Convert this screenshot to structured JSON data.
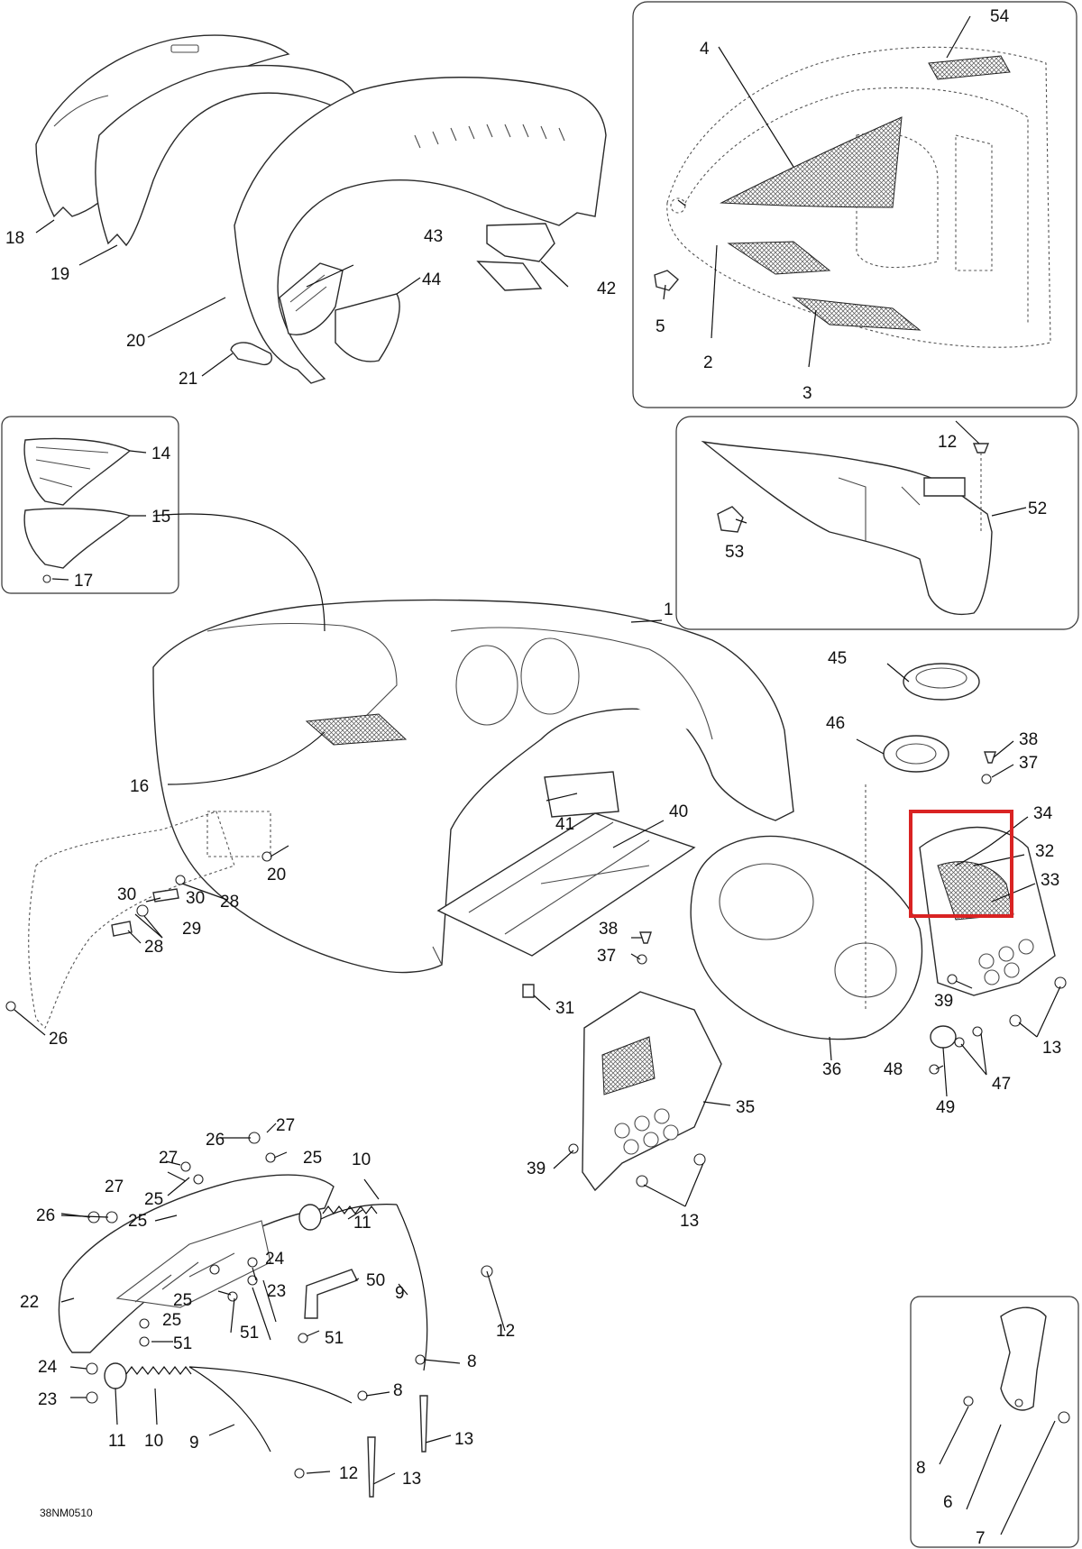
{
  "drawing_code": "38NM0510",
  "highlight_color": "#d92323",
  "callouts": [
    {
      "id": "c1",
      "label": "1"
    },
    {
      "id": "c2",
      "label": "2"
    },
    {
      "id": "c3",
      "label": "3"
    },
    {
      "id": "c4",
      "label": "4"
    },
    {
      "id": "c5",
      "label": "5"
    },
    {
      "id": "c6",
      "label": "6"
    },
    {
      "id": "c7",
      "label": "7"
    },
    {
      "id": "c8a",
      "label": "8"
    },
    {
      "id": "c8b",
      "label": "8"
    },
    {
      "id": "c8c",
      "label": "8"
    },
    {
      "id": "c9a",
      "label": "9"
    },
    {
      "id": "c9b",
      "label": "9"
    },
    {
      "id": "c10a",
      "label": "10"
    },
    {
      "id": "c10b",
      "label": "10"
    },
    {
      "id": "c11a",
      "label": "11"
    },
    {
      "id": "c11b",
      "label": "11"
    },
    {
      "id": "c12a",
      "label": "12"
    },
    {
      "id": "c12b",
      "label": "12"
    },
    {
      "id": "c12c",
      "label": "12"
    },
    {
      "id": "c13a",
      "label": "13"
    },
    {
      "id": "c13b",
      "label": "13"
    },
    {
      "id": "c13c",
      "label": "13"
    },
    {
      "id": "c13d",
      "label": "13"
    },
    {
      "id": "c14",
      "label": "14"
    },
    {
      "id": "c15",
      "label": "15"
    },
    {
      "id": "c16",
      "label": "16"
    },
    {
      "id": "c17",
      "label": "17"
    },
    {
      "id": "c18",
      "label": "18"
    },
    {
      "id": "c19",
      "label": "19"
    },
    {
      "id": "c20a",
      "label": "20"
    },
    {
      "id": "c20b",
      "label": "20"
    },
    {
      "id": "c21",
      "label": "21"
    },
    {
      "id": "c22",
      "label": "22"
    },
    {
      "id": "c23a",
      "label": "23"
    },
    {
      "id": "c23b",
      "label": "23"
    },
    {
      "id": "c24a",
      "label": "24"
    },
    {
      "id": "c24b",
      "label": "24"
    },
    {
      "id": "c25a",
      "label": "25"
    },
    {
      "id": "c25b",
      "label": "25"
    },
    {
      "id": "c25c",
      "label": "25"
    },
    {
      "id": "c25d",
      "label": "25"
    },
    {
      "id": "c25e",
      "label": "25"
    },
    {
      "id": "c26a",
      "label": "26"
    },
    {
      "id": "c26b",
      "label": "26"
    },
    {
      "id": "c26c",
      "label": "26"
    },
    {
      "id": "c27a",
      "label": "27"
    },
    {
      "id": "c27b",
      "label": "27"
    },
    {
      "id": "c27c",
      "label": "27"
    },
    {
      "id": "c28a",
      "label": "28"
    },
    {
      "id": "c28b",
      "label": "28"
    },
    {
      "id": "c29",
      "label": "29"
    },
    {
      "id": "c30a",
      "label": "30"
    },
    {
      "id": "c30b",
      "label": "30"
    },
    {
      "id": "c31",
      "label": "31"
    },
    {
      "id": "c32",
      "label": "32"
    },
    {
      "id": "c33",
      "label": "33"
    },
    {
      "id": "c34",
      "label": "34"
    },
    {
      "id": "c35",
      "label": "35"
    },
    {
      "id": "c36",
      "label": "36"
    },
    {
      "id": "c37a",
      "label": "37"
    },
    {
      "id": "c37b",
      "label": "37"
    },
    {
      "id": "c38a",
      "label": "38"
    },
    {
      "id": "c38b",
      "label": "38"
    },
    {
      "id": "c39a",
      "label": "39"
    },
    {
      "id": "c39b",
      "label": "39"
    },
    {
      "id": "c40",
      "label": "40"
    },
    {
      "id": "c41",
      "label": "41"
    },
    {
      "id": "c42",
      "label": "42"
    },
    {
      "id": "c43",
      "label": "43"
    },
    {
      "id": "c44",
      "label": "44"
    },
    {
      "id": "c45",
      "label": "45"
    },
    {
      "id": "c46",
      "label": "46"
    },
    {
      "id": "c47",
      "label": "47"
    },
    {
      "id": "c48",
      "label": "48"
    },
    {
      "id": "c49",
      "label": "49"
    },
    {
      "id": "c50",
      "label": "50"
    },
    {
      "id": "c51a",
      "label": "51"
    },
    {
      "id": "c51b",
      "label": "51"
    },
    {
      "id": "c51c",
      "label": "51"
    },
    {
      "id": "c52",
      "label": "52"
    },
    {
      "id": "c53",
      "label": "53"
    },
    {
      "id": "c54",
      "label": "54"
    }
  ]
}
